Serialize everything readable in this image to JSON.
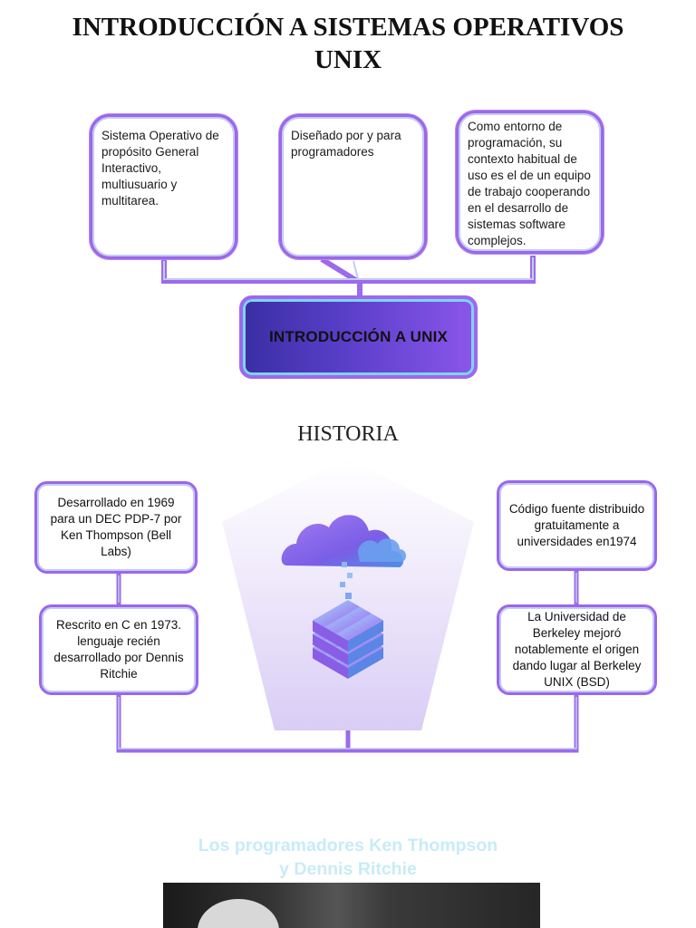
{
  "title": {
    "line1": "INTRODUCCIÓN A SISTEMAS OPERATIVOS",
    "line2": "UNIX"
  },
  "top_boxes": [
    {
      "text": "Sistema Operativo de propósito General Interactivo, multiusuario y multitarea."
    },
    {
      "text": "Diseñado por y para programadores"
    },
    {
      "text": "Como entorno de programación, su contexto habitual de uso es el de un equipo de trabajo cooperando en el desarrollo de sistemas software complejos."
    }
  ],
  "center": {
    "label": "INTRODUCCIÓN A UNIX"
  },
  "historia": {
    "title": "HISTORIA",
    "left": [
      {
        "text": "Desarrollado en 1969 para un DEC PDP-7 por Ken Thompson (Bell Labs)"
      },
      {
        "text": "Rescrito en C en 1973. lenguaje recién desarrollado por Dennis Ritchie"
      }
    ],
    "right": [
      {
        "text": "Código fuente distribuido gratuitamente a universidades en1974"
      },
      {
        "text": "La Universidad de Berkeley mejoró notablemente el origen dando lugar al Berkeley UNIX (BSD)"
      }
    ]
  },
  "caption": {
    "line1": "Los programadores Ken Thompson",
    "line2": "y Dennis Ritchie"
  },
  "colors": {
    "box_border": "#9b67ea",
    "connector": "#9b6bea",
    "center_start": "#3a2ea4",
    "center_end": "#8b56ea",
    "caption": "#c8ebf8"
  },
  "icons": [
    "cloud-icon",
    "data-cube-icon"
  ]
}
